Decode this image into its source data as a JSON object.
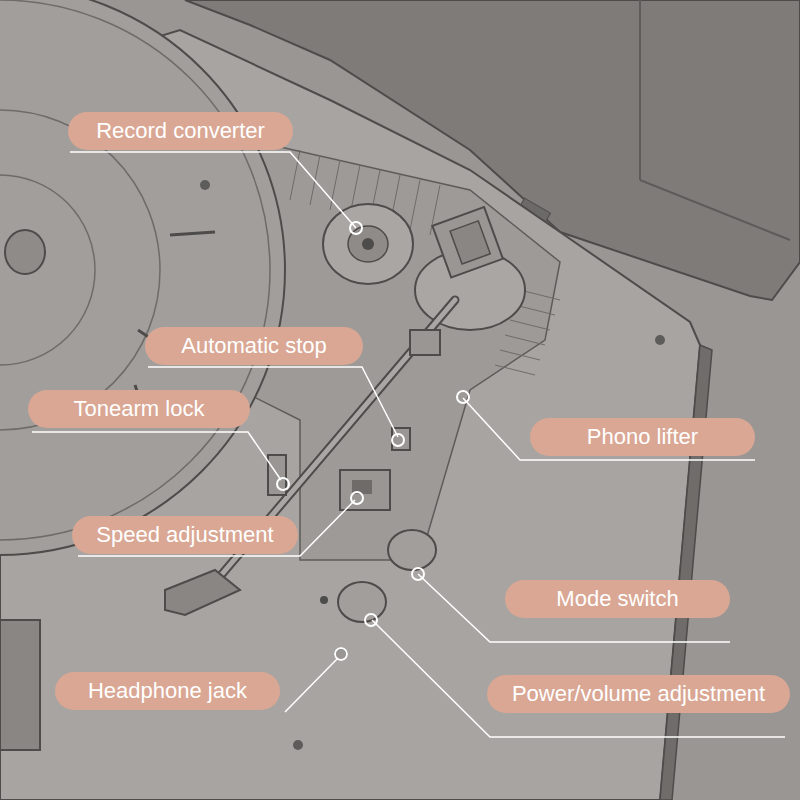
{
  "diagram": {
    "nodes": [
      {
        "text": [
          "Record converter"
        ]
      },
      {
        "text": [
          "Automatic stop"
        ]
      },
      {
        "text": [
          "Tonearm lock"
        ]
      },
      {
        "text": [
          "Phono lifter"
        ]
      },
      {
        "text": [
          "Speed adjustment"
        ]
      },
      {
        "text": [
          "Mode switch"
        ]
      },
      {
        "text": [
          "Headphone jack"
        ]
      },
      {
        "text": [
          "Power/volume adjustment"
        ]
      }
    ]
  }
}
